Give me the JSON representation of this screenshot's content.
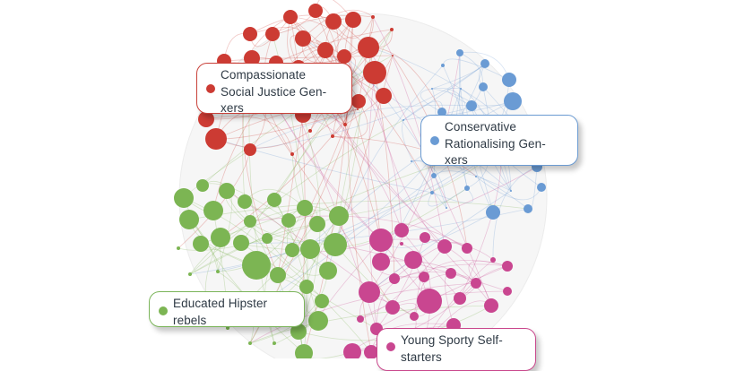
{
  "title": "Audience segment network",
  "colors": {
    "red": "#cc3b33",
    "blue": "#6a9bd4",
    "green": "#7cb553",
    "pink": "#c94690",
    "background_circle": "#f7f7f7"
  },
  "segments": [
    {
      "id": "red",
      "label": "Compassionate\nSocial Justice Gen-\nxers",
      "color": "#cc3b33"
    },
    {
      "id": "blue",
      "label": "Conservative\nRationalising Gen-\nxers",
      "color": "#6a9bd4"
    },
    {
      "id": "green",
      "label": "Educated Hipster\nrebels",
      "color": "#7cb553"
    },
    {
      "id": "pink",
      "label": "Young Sporty Self-\nstarters",
      "color": "#c94690"
    }
  ]
}
